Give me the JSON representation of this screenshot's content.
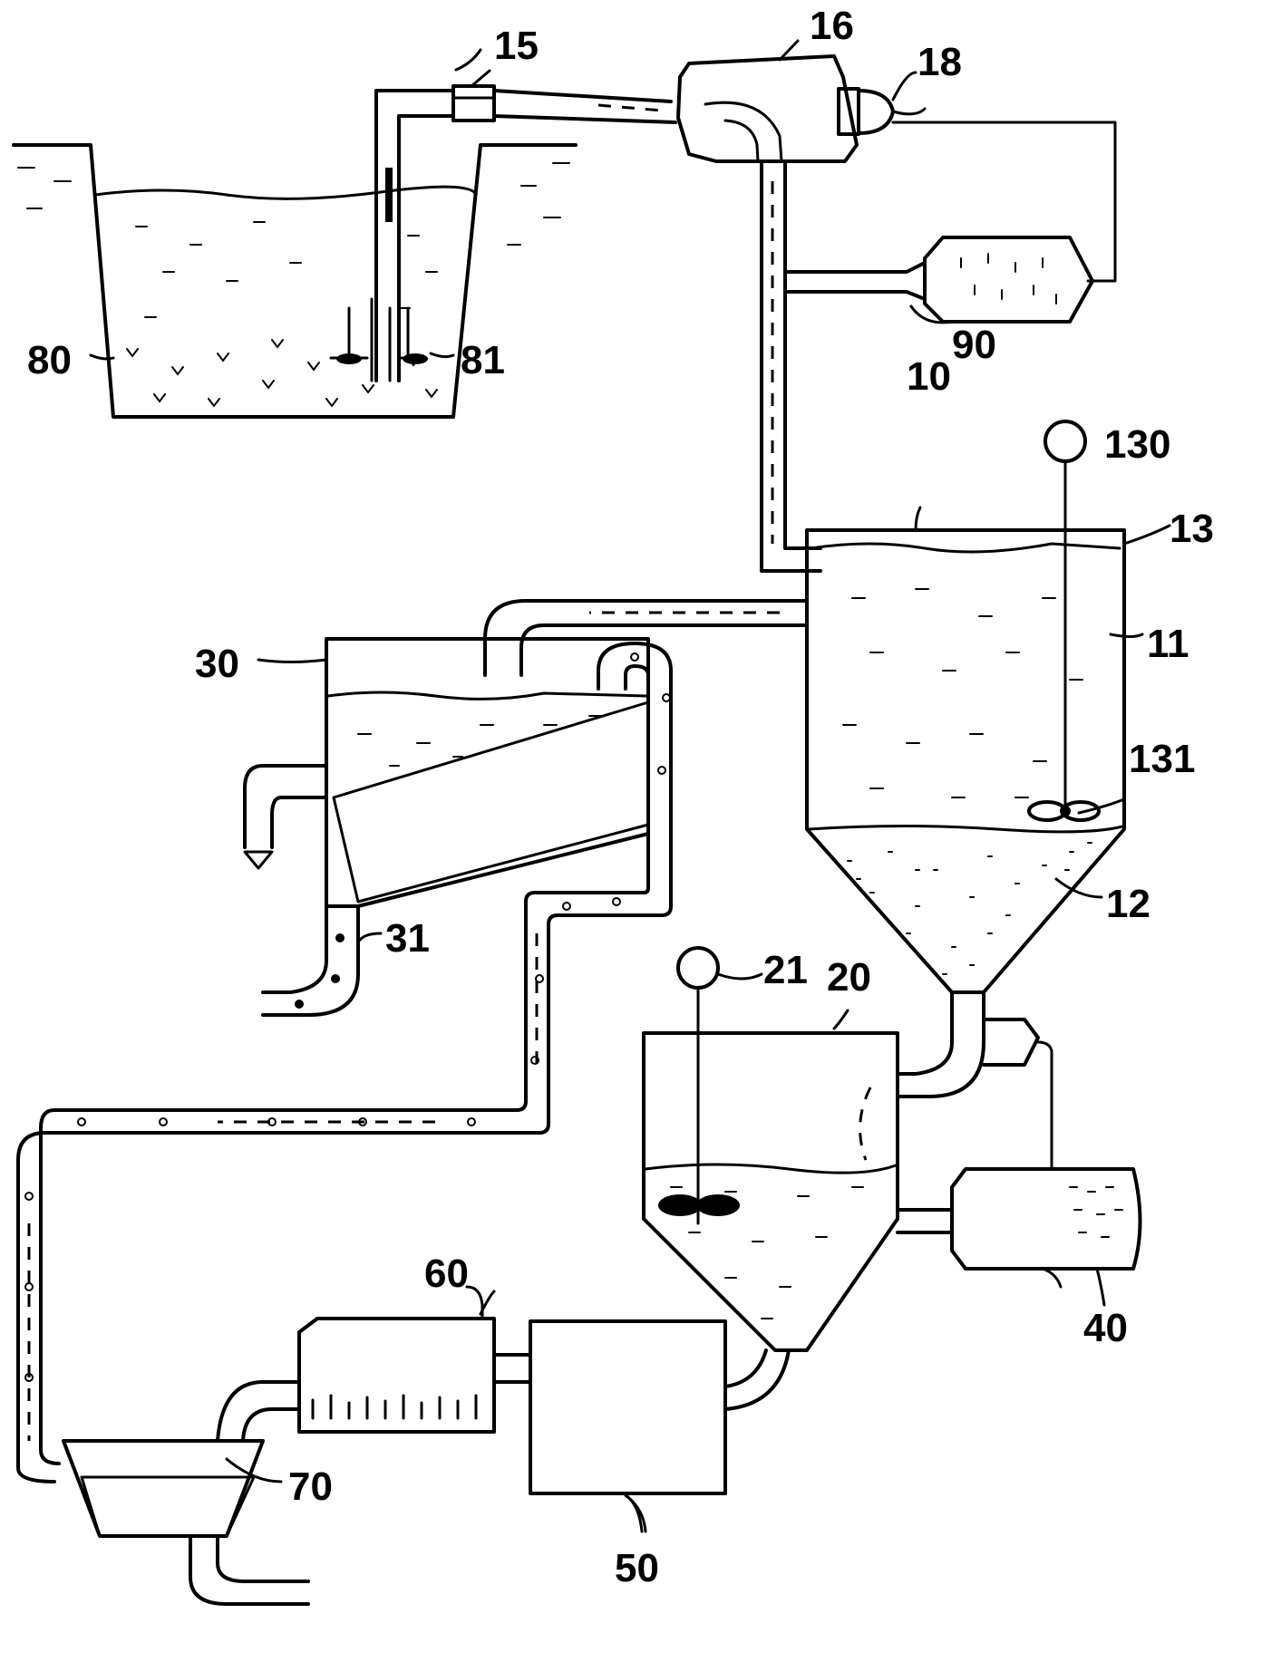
{
  "labels": {
    "l10": "10",
    "l11": "11",
    "l12": "12",
    "l13": "13",
    "l130": "130",
    "l131": "131",
    "l15": "15",
    "l16": "16",
    "l18": "18",
    "l20": "20",
    "l21": "21",
    "l30": "30",
    "l31": "31",
    "l40": "40",
    "l50": "50",
    "l60": "60",
    "l70": "70",
    "l80": "80",
    "l81": "81",
    "l90": "90"
  }
}
